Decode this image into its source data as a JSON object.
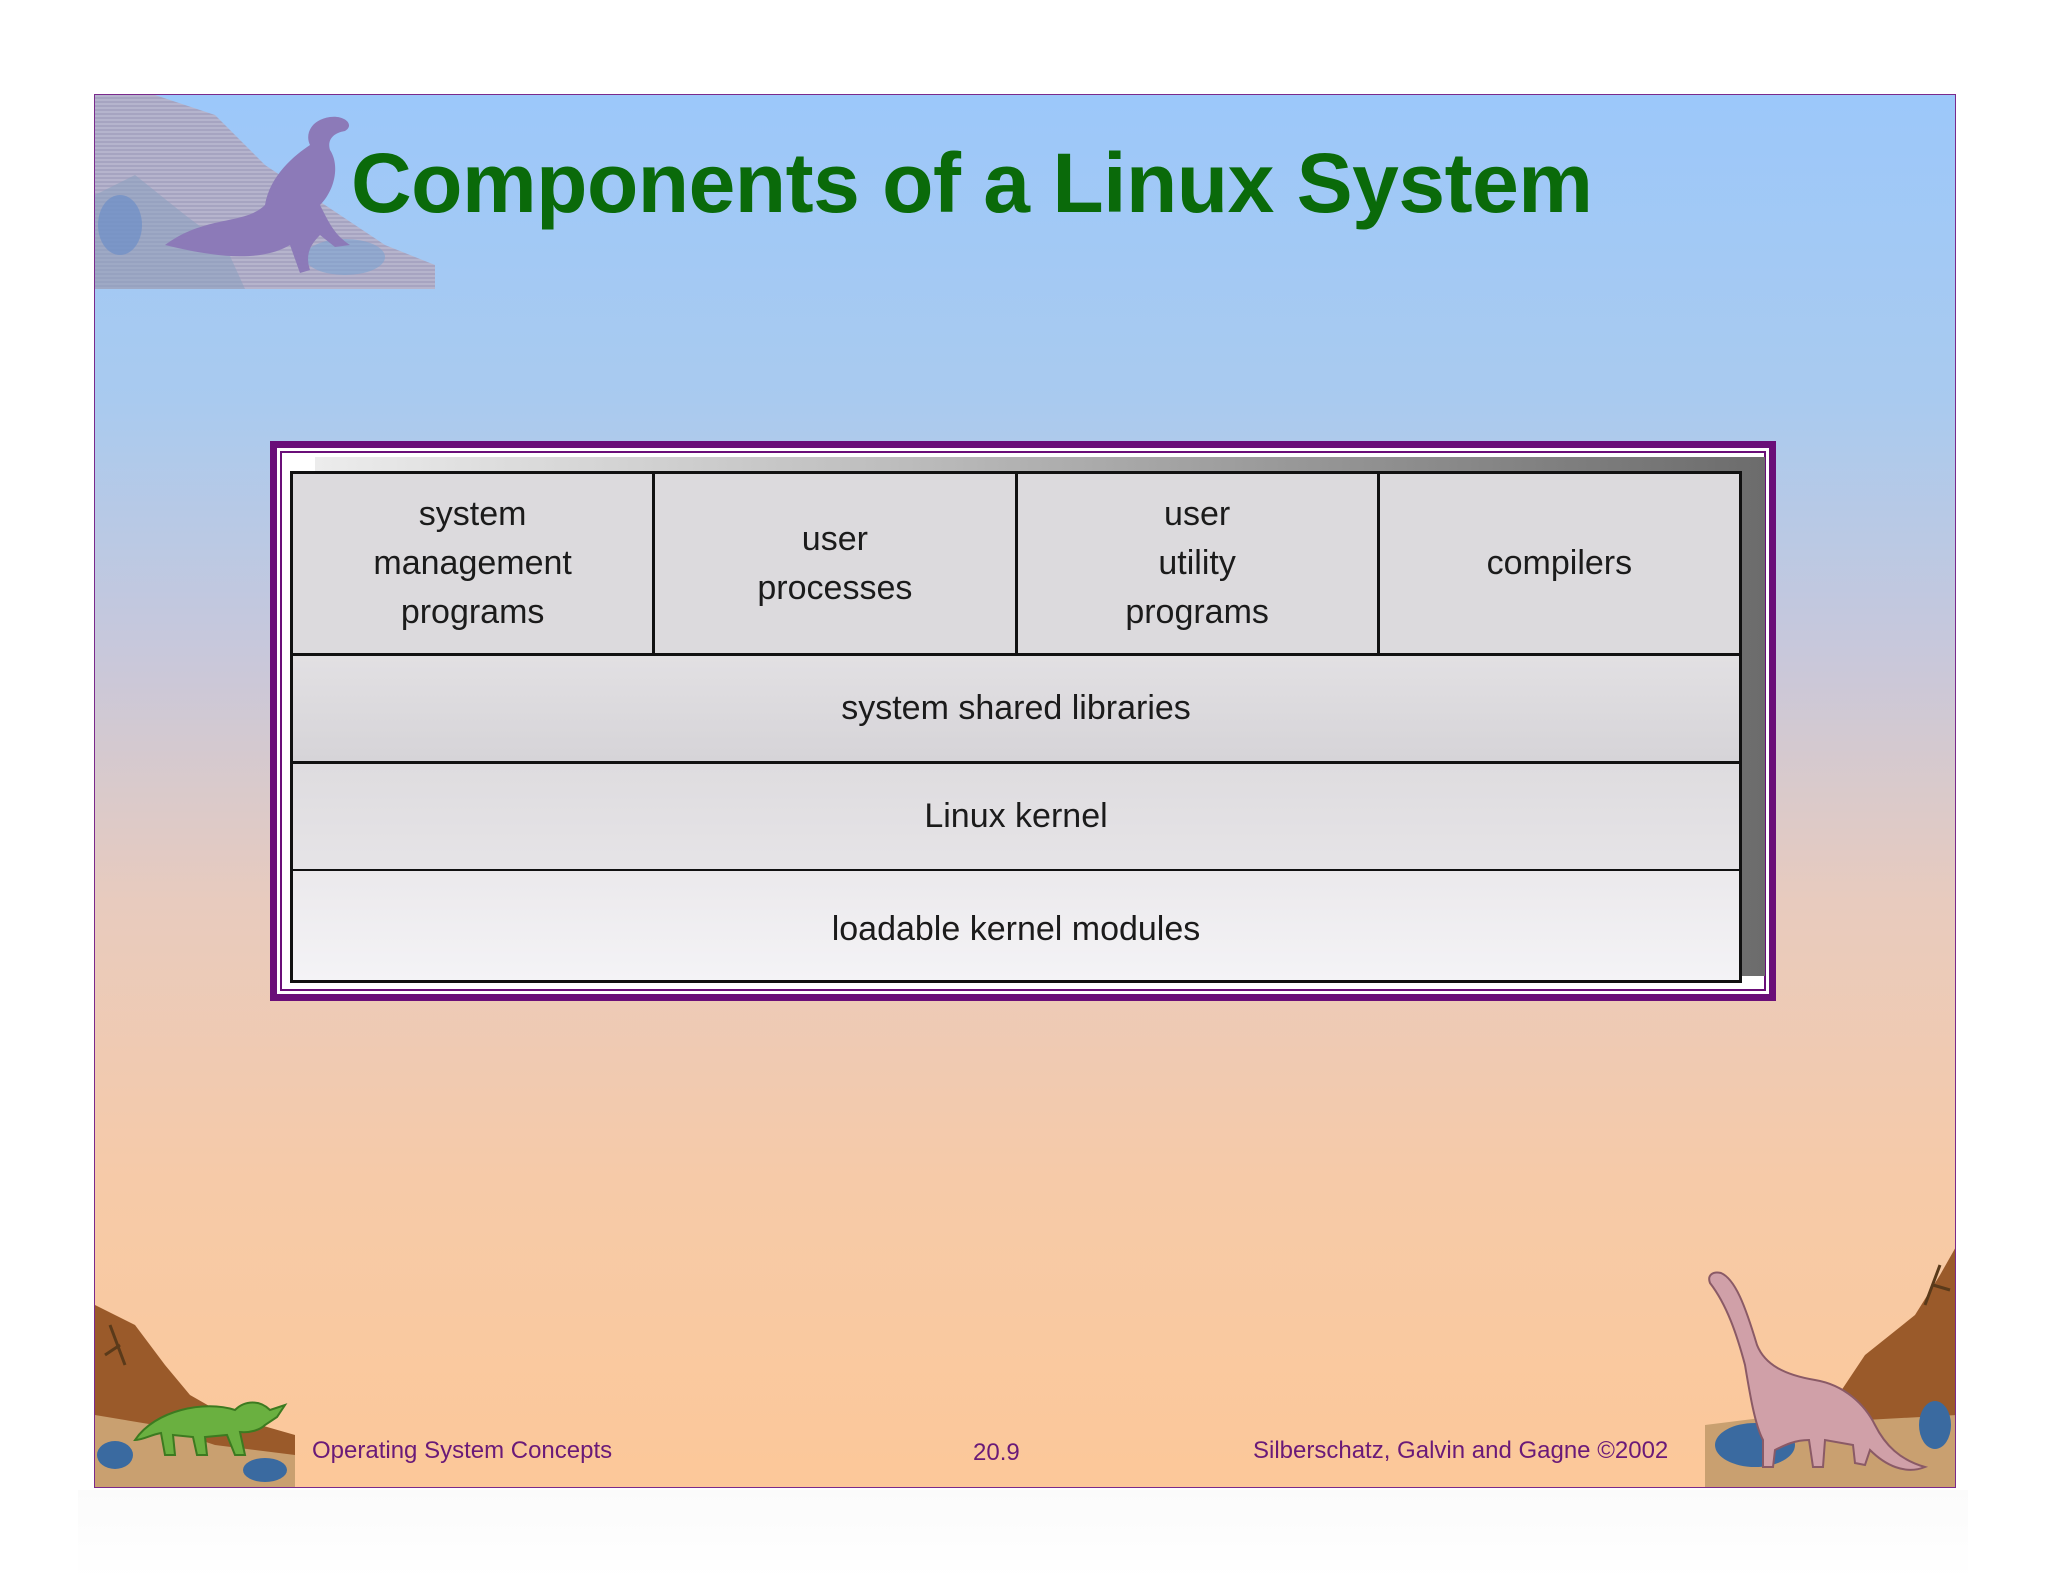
{
  "slide": {
    "title": "Components of a Linux System"
  },
  "diagram": {
    "top_row": [
      {
        "label": "system\nmanagement\nprograms"
      },
      {
        "label": "user\nprocesses"
      },
      {
        "label": "user\nutility\nprograms"
      },
      {
        "label": "compilers"
      }
    ],
    "layers": [
      {
        "label": "system shared libraries"
      },
      {
        "label": "Linux kernel"
      },
      {
        "label": "loadable kernel modules"
      }
    ]
  },
  "footer": {
    "left": "Operating System Concepts",
    "center": "20.9",
    "right": "Silberschatz, Galvin and  Gagne ©2002"
  },
  "colors": {
    "title": "#0a6a0a",
    "frame": "#6a0e78",
    "footer_text": "#6a1a78"
  },
  "icons": [
    "tyrannosaurus-clipart-icon",
    "triceratops-clipart-icon",
    "brachiosaurus-clipart-icon"
  ]
}
